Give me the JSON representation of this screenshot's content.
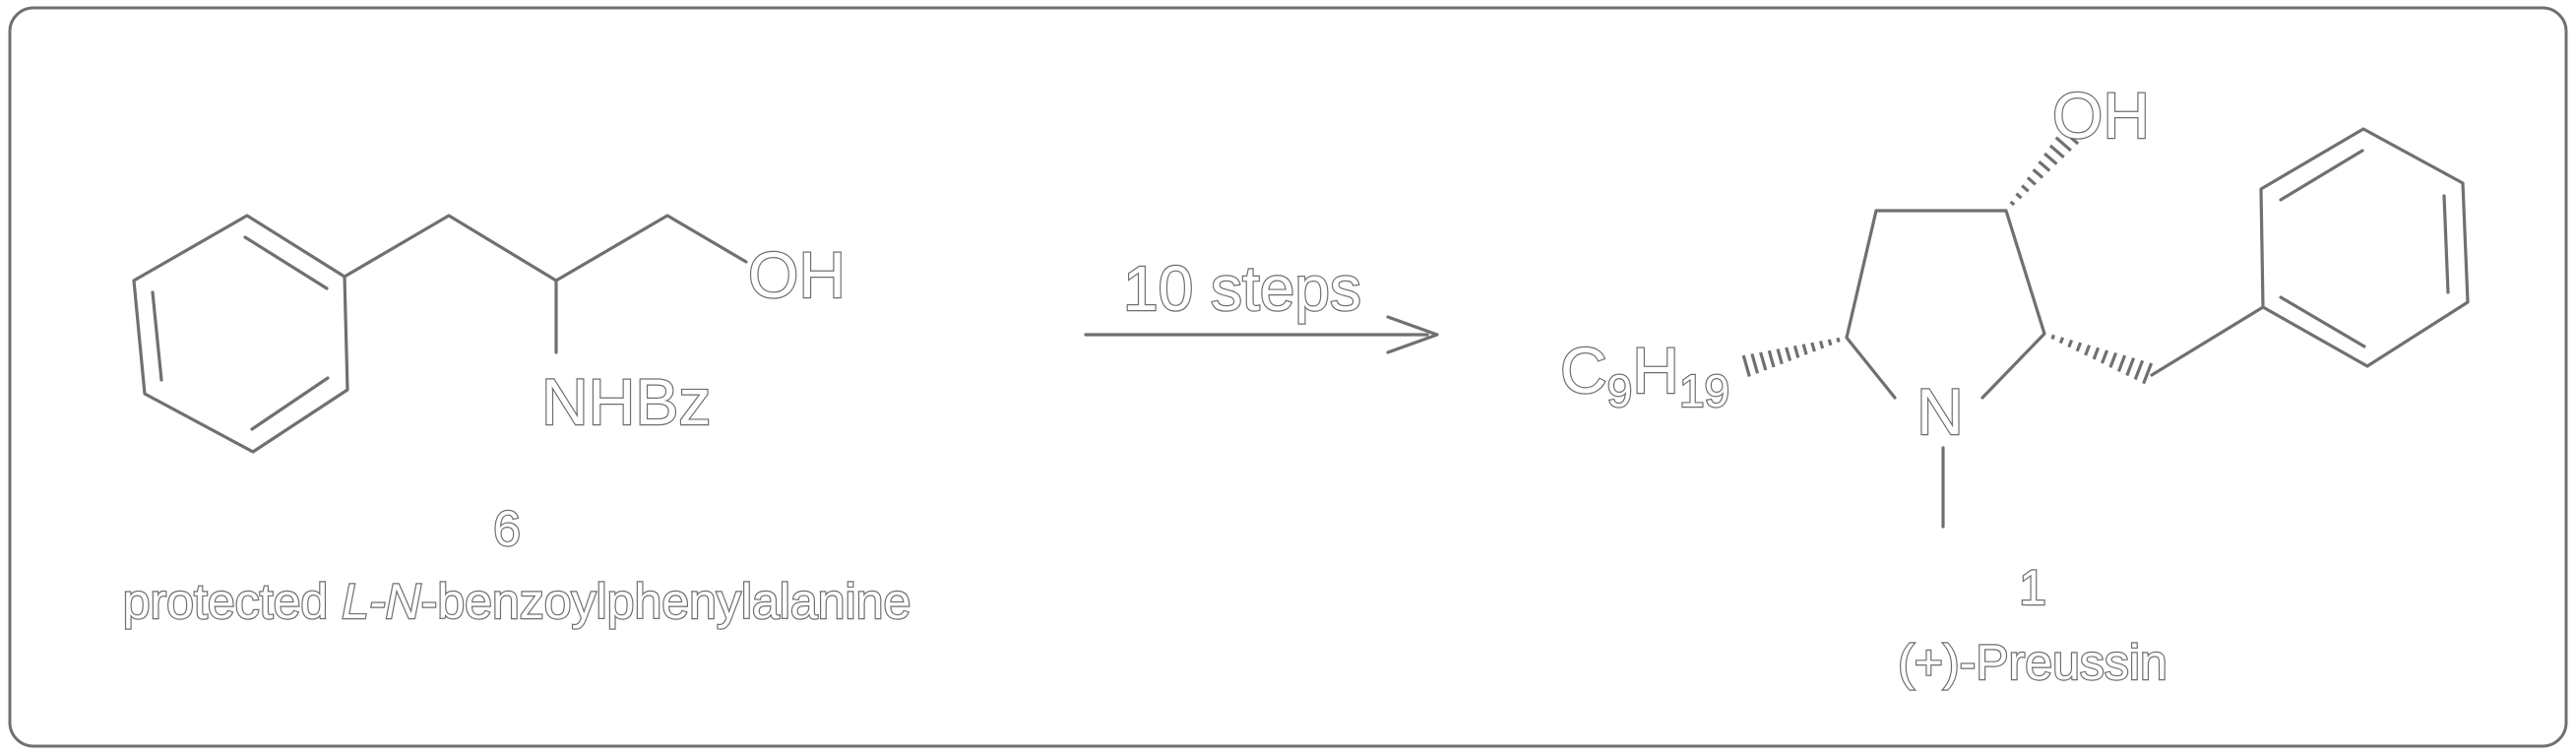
{
  "reactant": {
    "atom_oh": "OH",
    "atom_nhbz": "NHBz",
    "number": "6",
    "name_prefix": "protected ",
    "name_stereo": "L-N",
    "name_suffix": "-benzoylphenylalanine"
  },
  "arrow": {
    "label": "10 steps"
  },
  "product": {
    "atom_oh": "OH",
    "atom_n": "N",
    "atom_c": "C",
    "c_sub": "9",
    "atom_h": "H",
    "h_sub": "19",
    "number": "1",
    "name": "(+)-Preussin"
  },
  "colors": {
    "stroke": "#707070",
    "glyph_fill": "#ffffff",
    "background": "#ffffff"
  }
}
